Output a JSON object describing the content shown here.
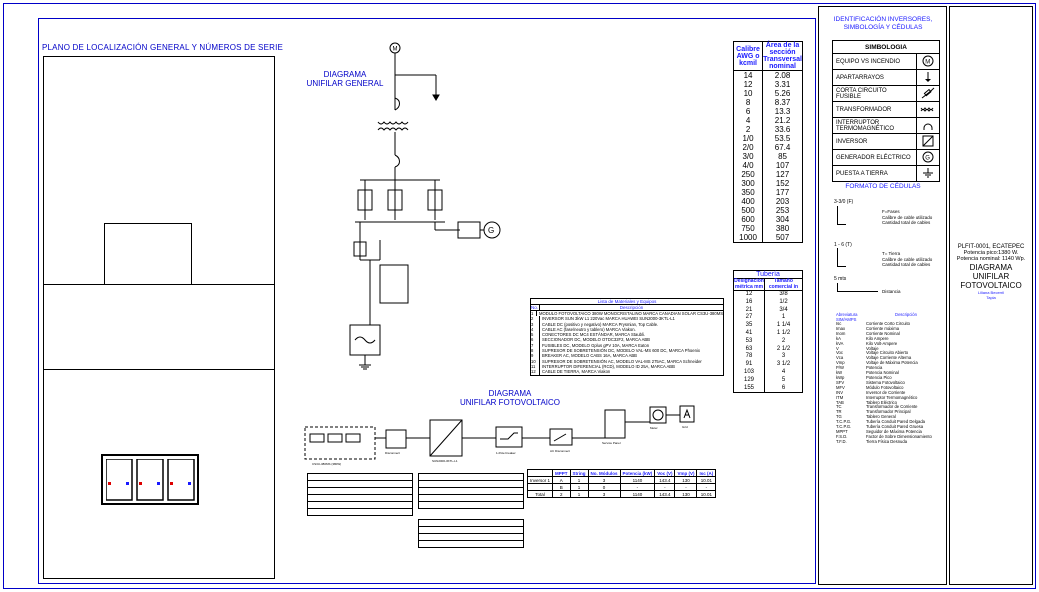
{
  "titles": {
    "plano": "PLANO DE LOCALIZACIÓN GENERAL Y NÚMEROS DE SERIE",
    "unifilar_general_1": "DIAGRAMA",
    "unifilar_general_2": "UNIFILAR GENERAL",
    "unifilar_fv_1": "DIAGRAMA",
    "unifilar_fv_2": "UNIFILAR FOTOVOLTAICO"
  },
  "calibre": {
    "headers": [
      "Calibre AWG o kcmil",
      "Área de la sección Transversal nominal"
    ],
    "rows": [
      [
        "14",
        "2.08"
      ],
      [
        "12",
        "3.31"
      ],
      [
        "10",
        "5.26"
      ],
      [
        "8",
        "8.37"
      ],
      [
        "6",
        "13.3"
      ],
      [
        "4",
        "21.2"
      ],
      [
        "2",
        "33.6"
      ],
      [
        "1/0",
        "53.5"
      ],
      [
        "2/0",
        "67.4"
      ],
      [
        "3/0",
        "85"
      ],
      [
        "4/0",
        "107"
      ],
      [
        "250",
        "127"
      ],
      [
        "300",
        "152"
      ],
      [
        "350",
        "177"
      ],
      [
        "400",
        "203"
      ],
      [
        "500",
        "253"
      ],
      [
        "600",
        "304"
      ],
      [
        "750",
        "380"
      ],
      [
        "1000",
        "507"
      ]
    ]
  },
  "tuberia": {
    "title": "Tubería",
    "headers": [
      "Designación métrica mm",
      "Tamaño comercial in"
    ],
    "rows": [
      [
        "12",
        "3/8"
      ],
      [
        "16",
        "1/2"
      ],
      [
        "21",
        "3/4"
      ],
      [
        "27",
        "1"
      ],
      [
        "35",
        "1 1/4"
      ],
      [
        "41",
        "1 1/2"
      ],
      [
        "53",
        "2"
      ],
      [
        "63",
        "2 1/2"
      ],
      [
        "78",
        "3"
      ],
      [
        "91",
        "3 1/2"
      ],
      [
        "103",
        "4"
      ],
      [
        "129",
        "5"
      ],
      [
        "155",
        "6"
      ]
    ]
  },
  "materiales": {
    "title": "Lista de Materiales y Equipos",
    "headers": [
      "No.",
      "Descripción"
    ],
    "items": [
      "MODULO FOTOVOLTAICO 380W MONOCRISTALINO MARCA CANADIAN SOLAR CS3U-380MS",
      "INVERSOR SUN 3kW L1 220Vac MARCA HUAWEI SUN2000-3KTL-L1",
      "CABLE DC (positivo y negativo) MARCA Prysmian, Top Cable.",
      "CABLE AC (fase/neutro y tablero) MARCA Viakon.",
      "CONECTORES DC MC4 ESTÁNDAR, MARCA Staubli.",
      "SECCIONADOR DC, MODELO OTDC32F2, MARCA ABB",
      "FUSIBLES DC, MODELO Gplus gPV 10A, MARCA Eaton",
      "SUPRESOR DE SOBRETENSIÓN DC, MODELO VAL-MS 600 DC, MARCA Phoenix",
      "BREAKER AC, MODELO CABS 16A, MARCA ABB",
      "SUPRESOR DE SOBRETENSIÓN AC, MODELO VAL-MS 275AC, MARCA Schneider",
      "INTERRUPTOR DIFERENCIAL (RCD), MODELO ID 25A, MARCA ABB",
      "CABLE DE TIERRA, MARCA Viakon"
    ]
  },
  "simbologia": {
    "heading_1": "IDENTIFICACIÓN INVERSORES,",
    "heading_2": "SIMBOLOGÍA Y CÉDULAS",
    "title": "SIMBOLOGIA",
    "rows": [
      {
        "label": "EQUIPO VS INCENDIO",
        "icon": "m-circle"
      },
      {
        "label": "APARTARRAYOS",
        "icon": "arrester"
      },
      {
        "label": "CORTA CIRCUITO FUSIBLE",
        "icon": "fuse"
      },
      {
        "label": "TRANSFORMADOR",
        "icon": "transformer"
      },
      {
        "label": "INTERRUPTOR TERMOMAGNÉTICO",
        "icon": "breaker"
      },
      {
        "label": "INVERSOR",
        "icon": "inverter"
      },
      {
        "label": "GENERADOR ELÉCTRICO",
        "icon": "generator"
      },
      {
        "label": "PUESTA A TIERRA",
        "icon": "ground"
      }
    ]
  },
  "cedulas": {
    "title": "FORMATO DE CÉDULAS",
    "ex1": "3-3/0 (F)",
    "ex1_lines": [
      "F=Fases",
      "Calibre de cable utilizado",
      "Cantidad total de cables"
    ],
    "ex2": "1 - 6 (T)",
    "ex2_lines": [
      "T= Tierra",
      "Calibre de cable utilizado",
      "Cantidad total de cables"
    ],
    "ex3": "5 mts",
    "ex3_line": "Distancia"
  },
  "abreviaturas": {
    "headers": [
      "Abreviatura SIM/AMPS",
      "Descripción"
    ],
    "rows": [
      [
        "Isc",
        "Corriente Corto Circuito"
      ],
      [
        "Imax",
        "Corriente máxima"
      ],
      [
        "Inom",
        "Corriente Nominal"
      ],
      [
        "kA",
        "Kilo Ampere"
      ],
      [
        "kVA",
        "Kilo Volt-Ampere"
      ],
      [
        "V",
        "Voltaje"
      ],
      [
        "Voc",
        "Voltaje Circuito Abierto"
      ],
      [
        "Vca",
        "Voltaje Corriente Alterna"
      ],
      [
        "Vmp",
        "Voltaje de Máxima Potencia"
      ],
      [
        "P/W",
        "Potencia"
      ],
      [
        "kW",
        "Potencia Nominal"
      ],
      [
        "kWp",
        "Potencia Pico"
      ],
      [
        "SFV",
        "Sistema Fotovoltaico"
      ],
      [
        "MFV",
        "Módulo Fotovoltaico"
      ],
      [
        "INV",
        "Inversor de Corriente"
      ],
      [
        "ITM",
        "Interruptor Termomagnético"
      ],
      [
        "TAB",
        "Tablero Eléctrico"
      ],
      [
        "TC",
        "Transformador de Corriente"
      ],
      [
        "TR",
        "Transformador Principal"
      ],
      [
        "TG",
        "Tablero General"
      ],
      [
        "T.C.P.G.",
        "Tubería Conduit Pared Delgada"
      ],
      [
        "T.C.P.G.",
        "Tubería Conduit Pared Gruesa"
      ],
      [
        "MPPT",
        "Seguidor de Máxima Potencia"
      ],
      [
        "F.S.D.",
        "Factor de Sobre Dimensionamiento"
      ],
      [
        "T.F.D.",
        "Tierra Física Desnuda"
      ]
    ]
  },
  "title_block": {
    "code": "PLFIT-0001, ECATEPEC",
    "peak": "Potencia pico:1380 W.",
    "nominal": "Potencia nominal: 1140 Wp.",
    "name_1": "DIAGRAMA UNIFILAR",
    "name_2": "FOTOVOLTAICO",
    "author_1": "Liliana Becerril",
    "author_2": "Tapia"
  },
  "mppt": {
    "headers": [
      "",
      "MPPT",
      "String",
      "No. Módulos",
      "Potencia (kW)",
      "Voc (V)",
      "Vmp (V)",
      "Isc (A)"
    ],
    "rows": [
      [
        "Inversor 1",
        "A",
        "1",
        "3",
        "1140",
        "143.4",
        "130",
        "10.01"
      ],
      [
        "",
        "B",
        "1",
        "0",
        "-",
        "-",
        "-",
        "-"
      ],
      [
        "Total",
        "2",
        "1",
        "3",
        "1140",
        "143.4",
        "130",
        "10.01"
      ]
    ]
  },
  "fv_labels": {
    "panel": "CS3U-380MS (380W)",
    "disconnect": "Disconnect",
    "inverter": "SUN2000-3KTL-L1",
    "breaker": "1-Pole breaker",
    "ac_disconnect": "AC Disconnect",
    "service_panel": "Service Panel",
    "meter": "Meter",
    "grid": "Grid"
  }
}
